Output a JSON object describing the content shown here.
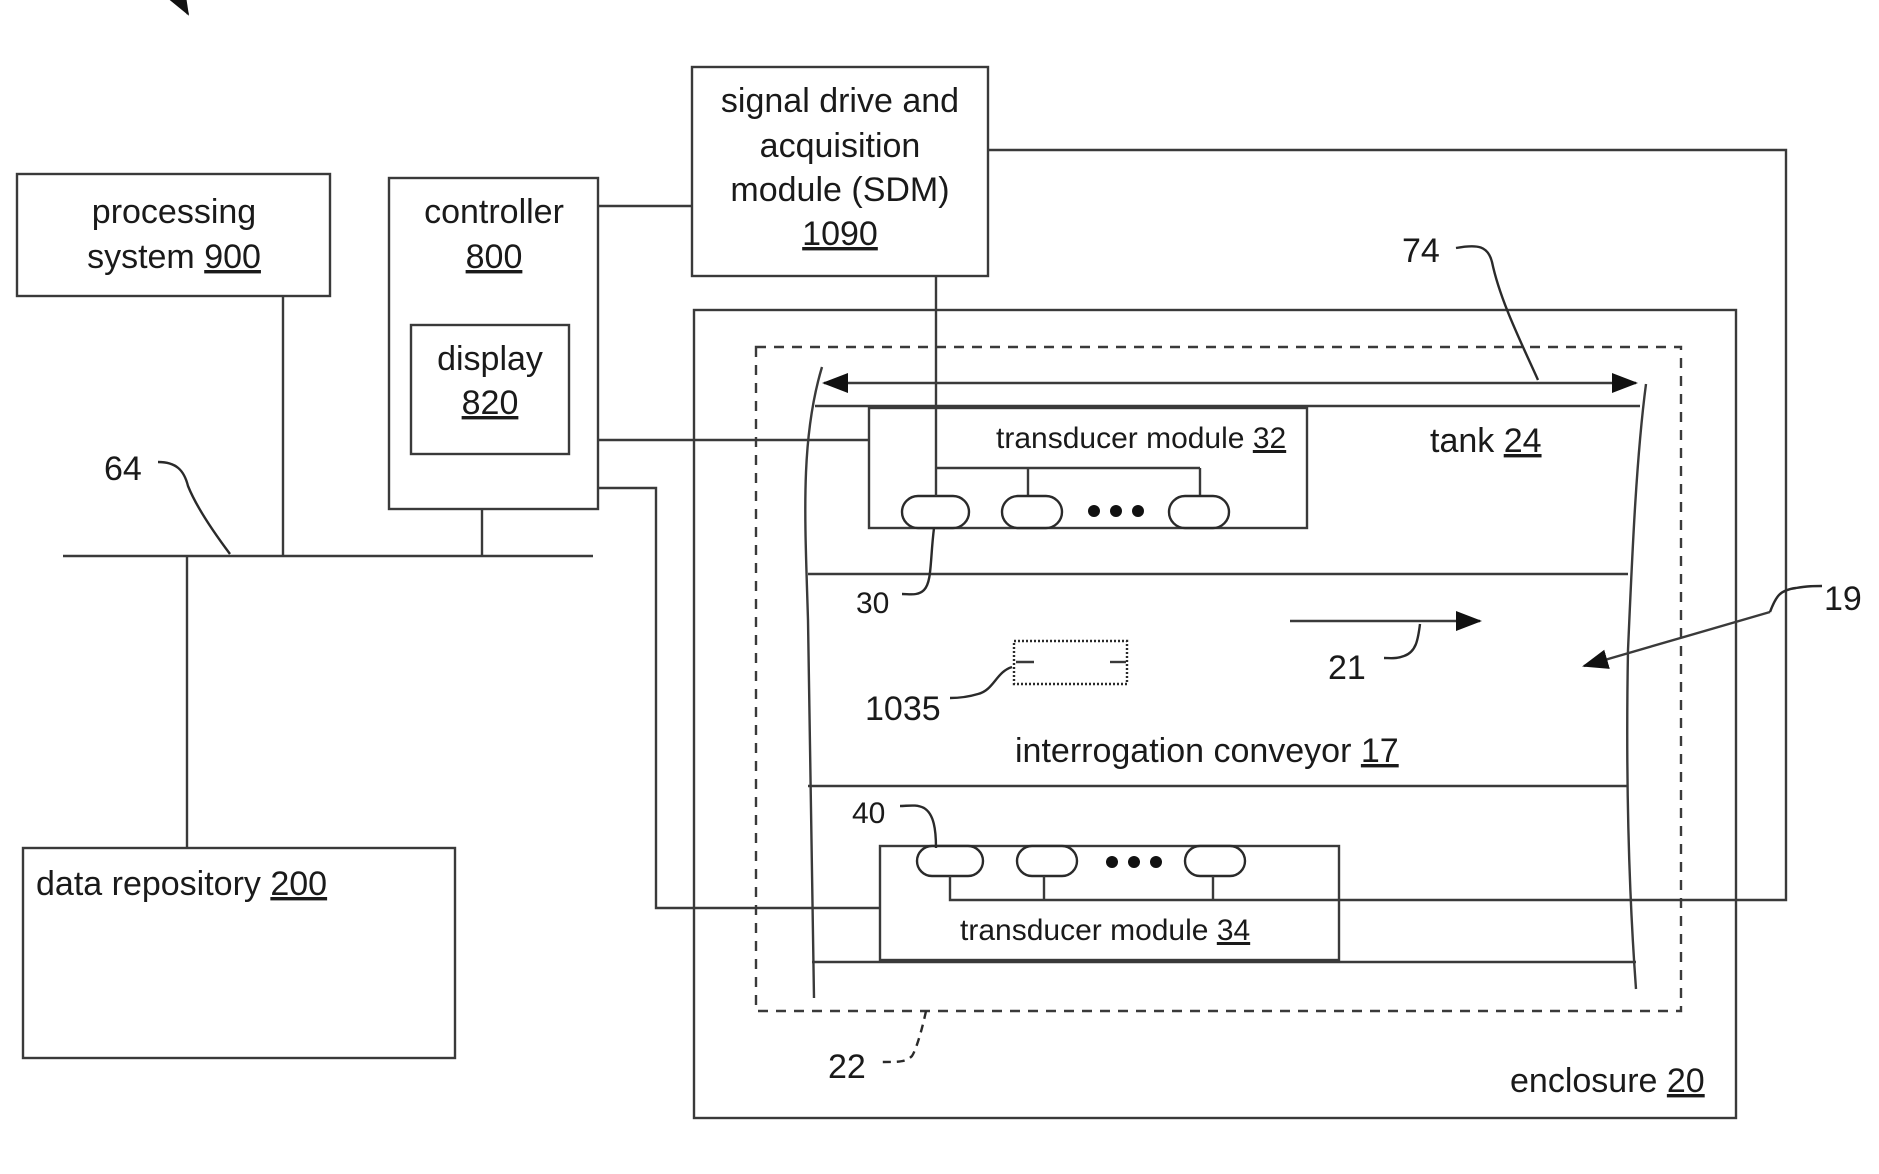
{
  "processing_system": {
    "label": "processing",
    "label2": "system",
    "ref": "900"
  },
  "controller": {
    "label": "controller",
    "ref": "800"
  },
  "display": {
    "label": "display",
    "ref": "820"
  },
  "sdm": {
    "line1": "signal drive and",
    "line2": "acquisition",
    "line3": "module (SDM)",
    "ref": "1090"
  },
  "data_repository": {
    "label": "data repository",
    "ref": "200"
  },
  "transducer_module_top": {
    "label": "transducer module",
    "ref": "32"
  },
  "transducer_module_bottom": {
    "label": "transducer module",
    "ref": "34"
  },
  "tank": {
    "label": "tank",
    "ref": "24"
  },
  "conveyor": {
    "label": "interrogation conveyor",
    "ref": "17"
  },
  "enclosure": {
    "label": "enclosure",
    "ref": "20"
  },
  "refs": {
    "bus": "64",
    "span": "74",
    "elem_top": "30",
    "elem_bottom": "40",
    "object": "1035",
    "direction": "21",
    "system": "19",
    "dashed": "22"
  }
}
